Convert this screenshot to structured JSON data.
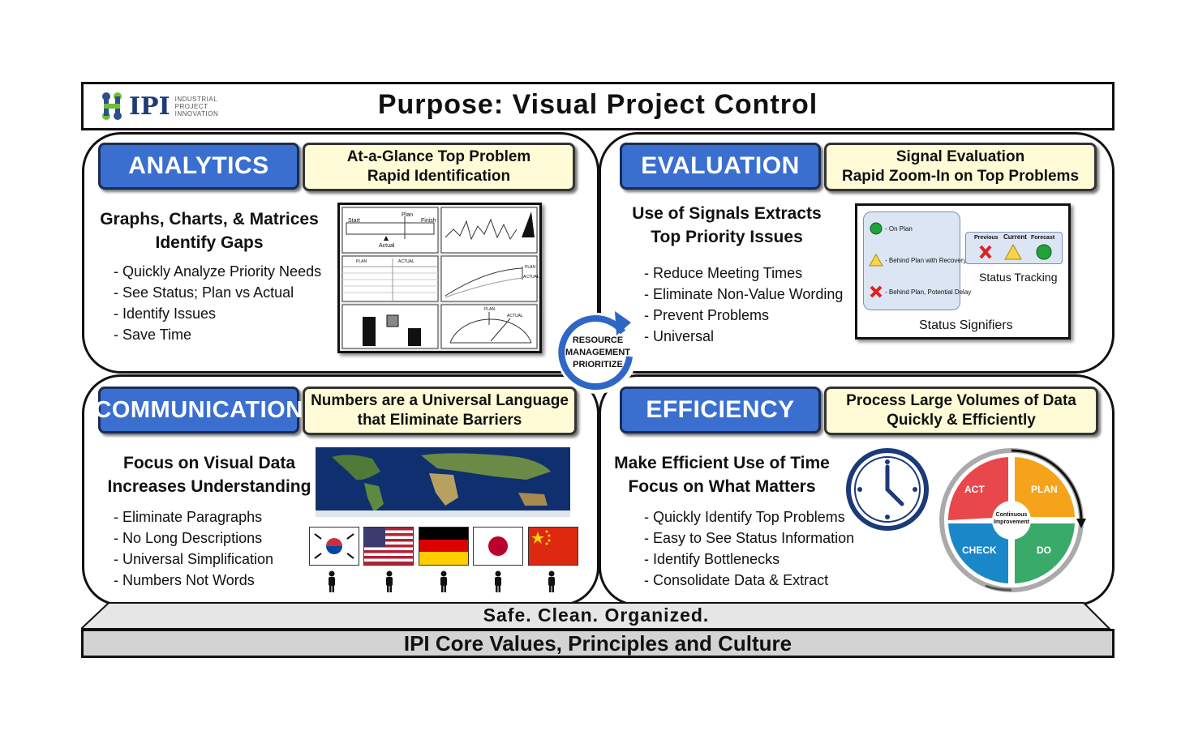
{
  "header": {
    "title": "Purpose:  Visual Project Control",
    "logo_mark": "IPI",
    "logo_text": [
      "INDUSTRIAL",
      "PROJECT",
      "INNOVATION"
    ]
  },
  "center_cycle": [
    "RESOURCE",
    "MANAGEMENT",
    "PRIORITIZE"
  ],
  "analytics": {
    "badge": "ANALYTICS",
    "note": [
      "At-a-Glance Top Problem",
      "Rapid Identification"
    ],
    "heading": [
      "Graphs, Charts, & Matrices",
      "Identify Gaps"
    ],
    "bullets": [
      "- Quickly Analyze Priority Needs",
      "- See Status; Plan vs Actual",
      "- Identify Issues",
      "- Save Time"
    ],
    "fig_labels": {
      "start": "Start",
      "plan": "Plan",
      "finish": "Finish",
      "actual": "Actual",
      "plan2": "PLAN",
      "actual2": "ACTUAL",
      "plan3": "PLAN",
      "actual3": "ACTUAL",
      "plan4": "PLAN",
      "actual4": "ACTUAL"
    }
  },
  "evaluation": {
    "badge": "EVALUATION",
    "note": [
      "Signal Evaluation",
      "Rapid Zoom-In on Top Problems"
    ],
    "heading": [
      "Use of Signals Extracts",
      "Top Priority Issues"
    ],
    "bullets": [
      "- Reduce Meeting Times",
      "- Eliminate Non-Value Wording",
      "- Prevent Problems",
      "- Universal"
    ],
    "signals": [
      "- On Plan",
      "- Behind Plan with Recovery",
      "- Behind Plan, Potential Delay"
    ],
    "tracking_headers": [
      "Previous",
      "Current",
      "Forecast"
    ],
    "tracking_label": "Status Tracking",
    "signifiers_label": "Status Signifiers"
  },
  "communication": {
    "badge": "COMMUNICATION",
    "note": [
      "Numbers are a Universal Language",
      "that Eliminate Barriers"
    ],
    "heading": [
      "Focus on Visual Data",
      "Increases Understanding"
    ],
    "bullets": [
      "- Eliminate Paragraphs",
      "- No Long Descriptions",
      "- Universal Simplification",
      "- Numbers Not Words"
    ]
  },
  "efficiency": {
    "badge": "EFFICIENCY",
    "note": [
      "Process Large Volumes of Data",
      "Quickly & Efficiently"
    ],
    "heading": [
      "Make Efficient Use of Time",
      "Focus on What Matters"
    ],
    "bullets": [
      "- Quickly Identify Top Problems",
      "- Easy to See Status Information",
      "- Identify Bottlenecks",
      "- Consolidate Data & Extract"
    ],
    "pdca": {
      "act": "ACT",
      "plan": "PLAN",
      "check": "CHECK",
      "do": "DO",
      "center": [
        "Continuous",
        "Improvement"
      ]
    },
    "colors": {
      "act": "#e8474c",
      "plan": "#f5a31a",
      "check": "#1a87c9",
      "do": "#3aaa6a"
    }
  },
  "foundation": {
    "top": "Safe. Clean. Organized.",
    "bottom": "IPI Core Values, Principles and Culture"
  },
  "colors": {
    "badge": "#3a6fd0",
    "note": "#fffbd6"
  }
}
